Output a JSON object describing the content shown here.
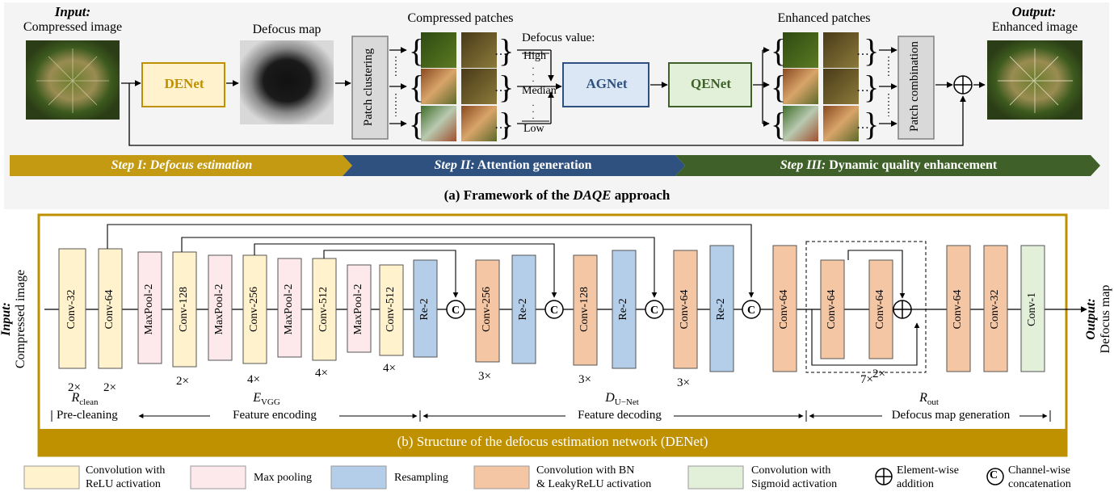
{
  "framework": {
    "input_title": "Input:",
    "input_caption": "Compressed image",
    "denet_label": "DENet",
    "defocus_map_label": "Defocus map",
    "patch_clustering_label": "Patch clustering",
    "compressed_patches_label": "Compressed patches",
    "defocus_value_label": "Defocus value:",
    "defocus_levels": [
      "High",
      "Median",
      "Low"
    ],
    "agnet_label": "AGNet",
    "qenet_label": "QENet",
    "enhanced_patches_label": "Enhanced patches",
    "patch_combination_label": "Patch combination",
    "output_title": "Output:",
    "output_caption": "Enhanced image",
    "steps": [
      {
        "prefix": "Step I: Defocus estimation",
        "rest": "",
        "color": "#c39a12"
      },
      {
        "prefix": "Step II:",
        "rest": " Attention generation",
        "color": "#2e5180"
      },
      {
        "prefix": "Step III:",
        "rest": " Dynamic quality enhancement",
        "color": "#3f6129"
      }
    ],
    "caption_a_prefix": "(a) Framework of the ",
    "caption_a_name": "DAQE",
    "caption_a_suffix": " approach"
  },
  "denet": {
    "input_title": "Input:",
    "input_caption": "Compressed image",
    "output_title": "Output:",
    "output_caption": "Defocus map",
    "blocks": [
      {
        "label": "Conv-32",
        "kind": "relu",
        "mult": "2×"
      },
      {
        "label": "Conv-64",
        "kind": "relu",
        "mult": "2×"
      },
      {
        "label": "MaxPool-2",
        "kind": "pool",
        "mult": ""
      },
      {
        "label": "Conv-128",
        "kind": "relu",
        "mult": "2×"
      },
      {
        "label": "MaxPool-2",
        "kind": "pool",
        "mult": ""
      },
      {
        "label": "Conv-256",
        "kind": "relu",
        "mult": "4×"
      },
      {
        "label": "MaxPool-2",
        "kind": "pool",
        "mult": ""
      },
      {
        "label": "Conv-512",
        "kind": "relu",
        "mult": "4×"
      },
      {
        "label": "MaxPool-2",
        "kind": "pool",
        "mult": ""
      },
      {
        "label": "Conv-512",
        "kind": "relu",
        "mult": "4×"
      },
      {
        "label": "Re-2",
        "kind": "resample",
        "mult": ""
      },
      {
        "label": "Conv-256",
        "kind": "bn",
        "mult": "3×"
      },
      {
        "label": "Re-2",
        "kind": "resample",
        "mult": ""
      },
      {
        "label": "Conv-128",
        "kind": "bn",
        "mult": "3×"
      },
      {
        "label": "Re-2",
        "kind": "resample",
        "mult": ""
      },
      {
        "label": "Conv-64",
        "kind": "bn",
        "mult": "3×"
      },
      {
        "label": "Re-2",
        "kind": "resample",
        "mult": ""
      },
      {
        "label": "Conv-64",
        "kind": "bn",
        "mult": ""
      },
      {
        "label": "Conv-64",
        "kind": "bn",
        "mult": ""
      },
      {
        "label": "Conv-64",
        "kind": "bn",
        "mult": "2×"
      },
      {
        "label": "Conv-64",
        "kind": "bn",
        "mult": ""
      },
      {
        "label": "Conv-32",
        "kind": "bn",
        "mult": ""
      },
      {
        "label": "Conv-1",
        "kind": "sigmoid",
        "mult": ""
      }
    ],
    "concat_symbol": "C",
    "residual_repeat": "7×",
    "module_symbols": [
      "R",
      "E",
      "D",
      "R"
    ],
    "module_subscripts": [
      "clean",
      "VGG",
      "U−Net",
      "out"
    ],
    "sections": [
      "Pre-cleaning",
      "Feature encoding",
      "Feature decoding",
      "Defocus map generation"
    ],
    "caption_b": "(b) Structure of the defocus estimation network (DENet)"
  },
  "colors": {
    "relu": "#fff2cc",
    "pool": "#fde9ec",
    "resample": "#b4cde8",
    "bn": "#f5c6a4",
    "sigmoid": "#e2efd9",
    "gold": "#bf9000",
    "denet_box": "#fff2cc",
    "agnet_box": "#dbe7f5",
    "qenet_box": "#e2efd9",
    "gray_box": "#d9d9d9"
  },
  "legend": [
    {
      "label": "Convolution with ReLU activation",
      "kind": "relu"
    },
    {
      "label": "Max pooling",
      "kind": "pool"
    },
    {
      "label": "Resampling",
      "kind": "resample"
    },
    {
      "label": "Convolution with BN & LeakyReLU activation",
      "kind": "bn"
    },
    {
      "label": "Convolution with Sigmoid activation",
      "kind": "sigmoid"
    },
    {
      "label": "Element-wise addition",
      "kind": "add"
    },
    {
      "label": "Channel-wise concatenation",
      "kind": "concat"
    }
  ]
}
